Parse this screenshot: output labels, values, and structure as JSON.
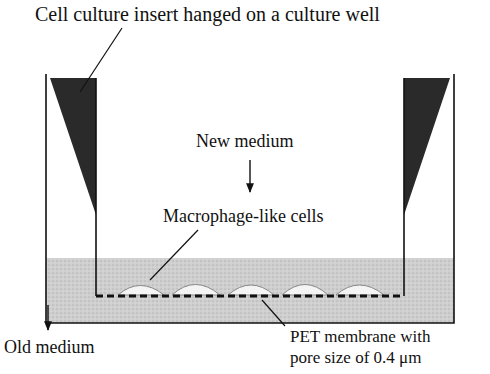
{
  "diagram": {
    "labels": [
      "Cell culture insert hanged on a culture well",
      "New medium",
      "Macrophage-like cells",
      "Old medium",
      "PET membrane with pore size of 0.4 μm"
    ]
  }
}
